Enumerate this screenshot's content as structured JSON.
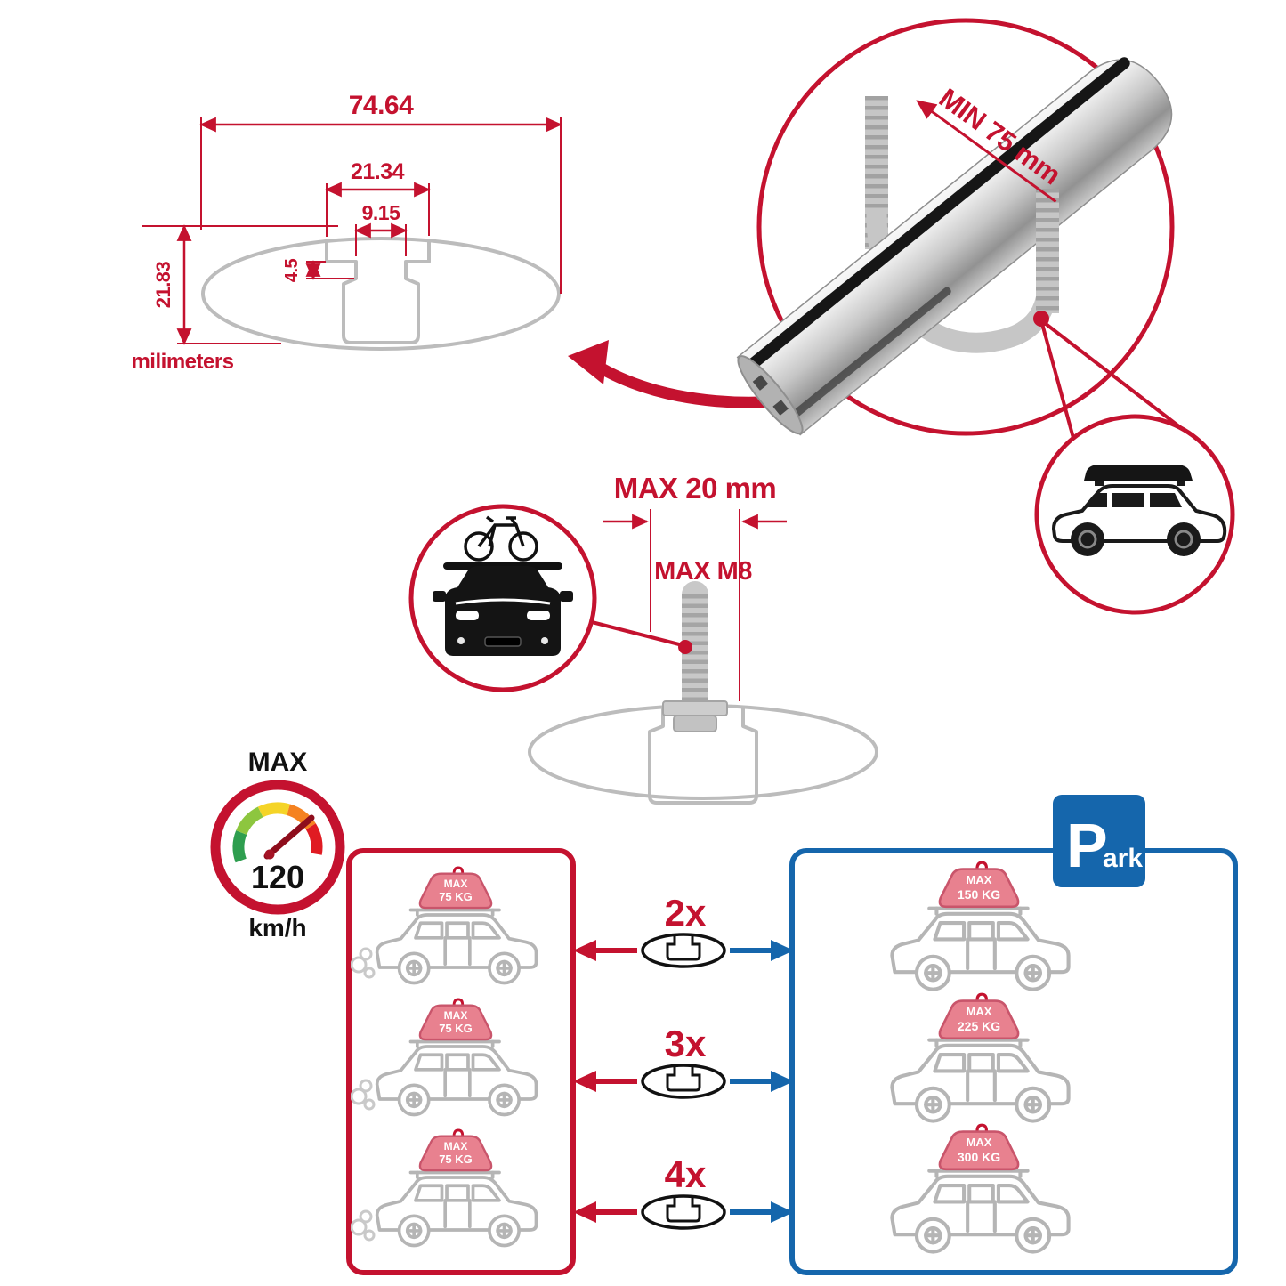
{
  "colors": {
    "red": "#C4122F",
    "blue": "#1566AC",
    "gray": "#BCBCBC",
    "dark": "#1A1A1A"
  },
  "dimension_diagram": {
    "total_width": "74.64",
    "slot_outer_width": "21.34",
    "slot_inner_width": "9.15",
    "slot_depth": "4.5",
    "total_height": "21.83",
    "units_label": "milimeters"
  },
  "crossbar_detail": {
    "min_clearance_label": "MIN 75 mm"
  },
  "bolt_detail": {
    "max_width_label": "MAX 20 mm",
    "max_thread_label": "MAX M8"
  },
  "speed_limit": {
    "heading": "MAX",
    "value": "120",
    "units": "km/h"
  },
  "capacity_left": {
    "cars": [
      {
        "label": "MAX",
        "weight": "75 KG"
      },
      {
        "label": "MAX",
        "weight": "75 KG"
      },
      {
        "label": "MAX",
        "weight": "75 KG"
      }
    ]
  },
  "multipliers": [
    "2x",
    "3x",
    "4x"
  ],
  "capacity_right": {
    "cars": [
      {
        "label": "MAX",
        "weight": "150 KG"
      },
      {
        "label": "MAX",
        "weight": "225 KG"
      },
      {
        "label": "MAX",
        "weight": "300 KG"
      }
    ]
  },
  "park_sign": {
    "p": "P",
    "ark": "ark"
  }
}
